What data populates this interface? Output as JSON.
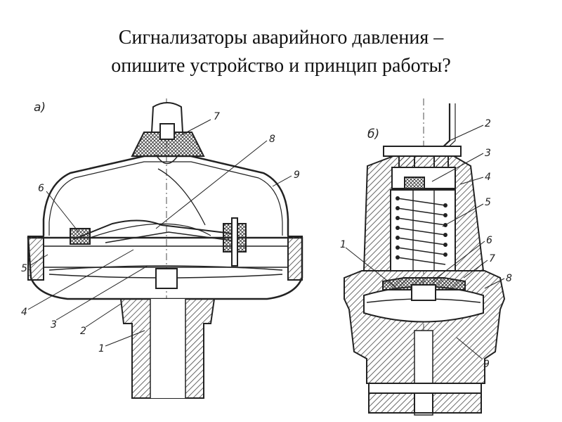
{
  "slide": {
    "title_line1": "Сигнализаторы аварийного давления –",
    "title_line2": "опишите устройство и принцип работы?"
  },
  "figure": {
    "panel_a": {
      "label": "а)",
      "callouts": [
        "1",
        "2",
        "3",
        "4",
        "5",
        "6",
        "7",
        "8",
        "9"
      ]
    },
    "panel_b": {
      "label": "б)",
      "callouts": [
        "1",
        "2",
        "3",
        "4",
        "5",
        "6",
        "7",
        "8",
        "9"
      ]
    }
  },
  "colors": {
    "ink": "#222222",
    "hatch": "#555555"
  }
}
